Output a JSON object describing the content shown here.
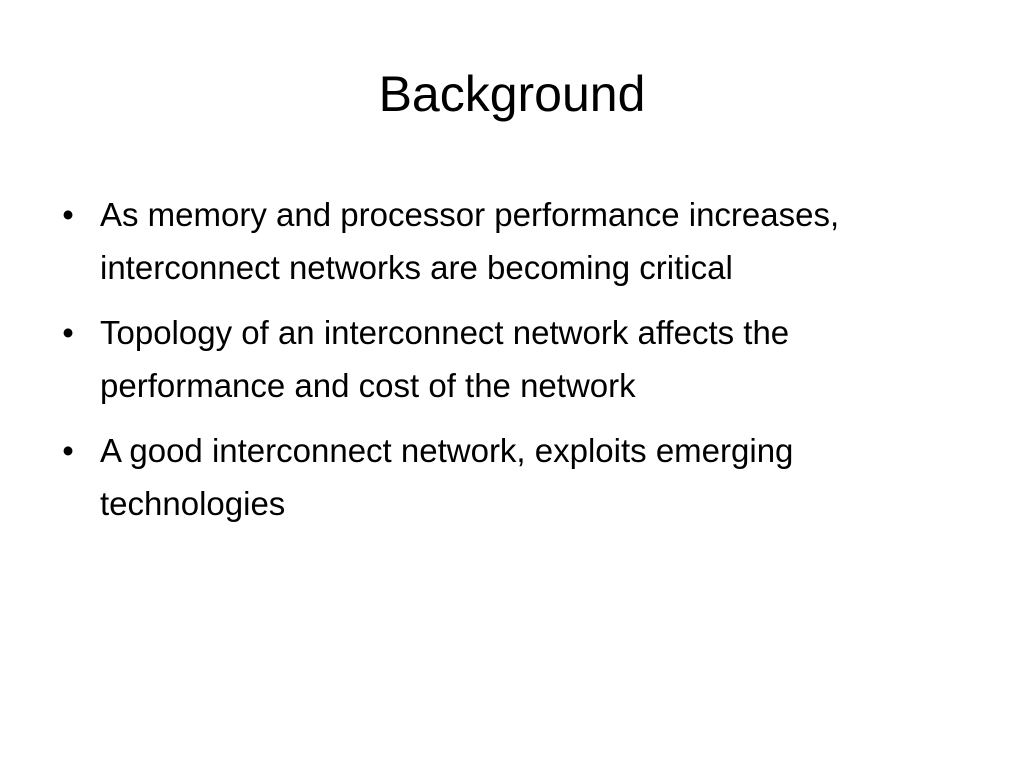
{
  "slide": {
    "title": "Background",
    "bullets": [
      "As memory and processor performance increases, interconnect networks are becoming critical",
      "Topology of an interconnect network affects the performance and cost of the network",
      "A good interconnect network, exploits emerging technologies"
    ],
    "bullet_glyph": "•"
  }
}
